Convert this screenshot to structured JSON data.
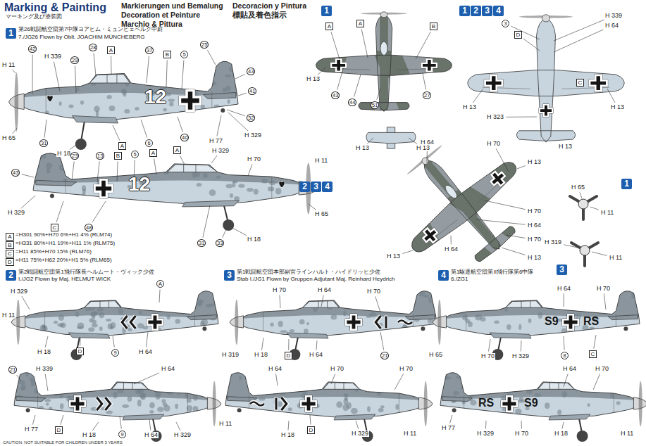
{
  "diagram": {
    "title": "Marking & Painting",
    "nodes": [
      {
        "text": [
          "1"
        ]
      },
      {
        "text": [
          "1"
        ]
      },
      {
        "text": [
          "1"
        ]
      },
      {
        "text": [
          "2"
        ]
      },
      {
        "text": [
          "3"
        ]
      },
      {
        "text": [
          "4"
        ]
      },
      {
        "text": [
          "2"
        ]
      },
      {
        "text": [
          "3"
        ]
      },
      {
        "text": [
          "4"
        ]
      },
      {
        "text": [
          "1"
        ]
      },
      {
        "text": [
          "3"
        ]
      },
      {
        "text": [
          "2"
        ]
      },
      {
        "text": [
          "3"
        ]
      },
      {
        "text": [
          "4"
        ]
      },
      {
        "text": [
          "A"
        ]
      },
      {
        "text": [
          "B"
        ]
      },
      {
        "text": [
          "C"
        ]
      },
      {
        "text": [
          "D"
        ]
      }
    ],
    "labels": [
      "マーキング及び塗装図",
      "Markierungen und Bemalung",
      "Decoration et Peinture",
      "Marchio & Pittura",
      "Decoracion y Pintura",
      "標貼及着色指示",
      "第26戦闘航空団第7中隊ヨアヒム・ミュンヒェベルク中尉",
      "7./JG26 Flown by Oblt. JOACHIM MÜNCHEBERG",
      "H 11",
      "H 65",
      "42",
      "H 339",
      "29",
      "28",
      "A",
      "37",
      "B",
      "5",
      "25",
      "43",
      "41",
      "32",
      "H 329",
      "H 77",
      "40",
      "6",
      "A",
      "H 18",
      "31",
      "12",
      "43",
      "23",
      "13",
      "B",
      "5",
      "A",
      "A",
      "H 329",
      "H 70",
      "H 11",
      "H 65",
      "H 329",
      "C",
      "48",
      "31",
      "33",
      "H 18",
      "12",
      "=H301 90%+H70 6%+H1 4% (RLM74)",
      "=H331 80%+H1 19%+H11 1% (RLM75)",
      "=H11 85%+H70 15% (RLM76)",
      "=H11 75%+H62 20%+H1 5% (RLM65)",
      "A",
      "A",
      "B",
      "H 13",
      "43",
      "44",
      "51",
      "27",
      "H 13",
      "H 13",
      "H 339",
      "H 64",
      "3",
      "D",
      "H 13",
      "H 13",
      "H 323",
      "C",
      "H 13",
      "H 70",
      "H 64",
      "H 13",
      "H 13",
      "H 64",
      "H 70",
      "H 64",
      "H 70",
      "H 13",
      "H 65",
      "H 11",
      "H 319",
      "H 11",
      "第2戦闘航空団第1飛行隊長ヘルムート・ヴィック少佐",
      "I./JG2 Flown by Maj. HELMUT WICK",
      "第1戦闘航空団本部副官ラインハルト・ハイドリッヒ少佐",
      "Stab I./JG1 Flown by Gruppen Adjutant Maj. Reinhard Heydrich",
      "第1駆逐航空団第II飛行隊第6中隊",
      "6./ZG1",
      "H 329",
      "A",
      "H 11",
      "H 18",
      "D",
      "9",
      "H 64",
      "21",
      "H 339",
      "H 64",
      "H 11",
      "H 77",
      "D",
      "H 18",
      "9",
      "H 64",
      "H 329",
      "H 70",
      "H 64",
      "H 70",
      "H 319",
      "H 18",
      "D",
      "H 64",
      "21",
      "H 64",
      "H 70",
      "H 70",
      "H 18",
      "D",
      "H 329",
      "H 11",
      "H 64",
      "H 70",
      "H 65",
      "H 70",
      "H 329",
      "8",
      "C",
      "S9",
      "RS",
      "H 64",
      "H 70",
      "H 77",
      "H 329",
      "H 70",
      "H 18",
      "H 11",
      "RS",
      "S9",
      "CAUTION: NOT SUITABLE FOR CHILDREN UNDER 3 YEARS"
    ]
  }
}
